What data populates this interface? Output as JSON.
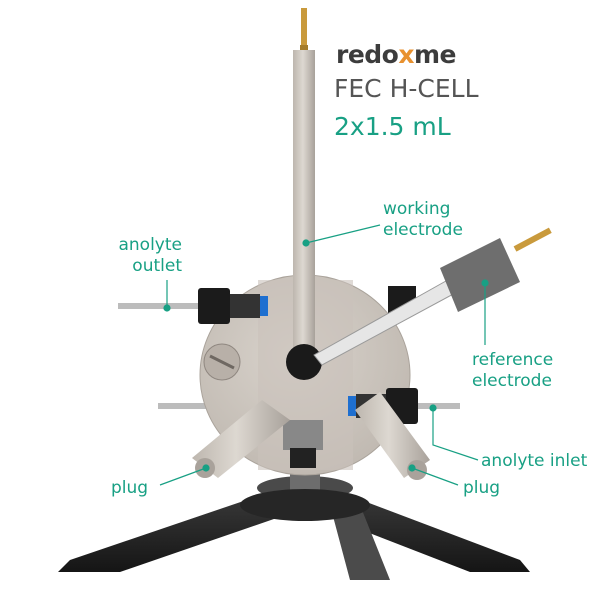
{
  "brand": {
    "name_part1": "redo",
    "name_dot": "x",
    "name_part2": "me"
  },
  "product": {
    "title": "FEC H-CELL",
    "volume": "2x1.5 mL"
  },
  "labels": {
    "working_electrode_1": "working",
    "working_electrode_2": "electrode",
    "anolyte_outlet_1": "anolyte",
    "anolyte_outlet_2": "outlet",
    "reference_electrode_1": "reference",
    "reference_electrode_2": "electrode",
    "anolyte_inlet": "anolyte inlet",
    "plug_left": "plug",
    "plug_right": "plug"
  },
  "colors": {
    "accent": "#18a084",
    "brand_dot": "#e8912f",
    "text_dark": "#3c3c3c",
    "body": "#cfc9c2",
    "tripod": "#2a2a2a"
  }
}
